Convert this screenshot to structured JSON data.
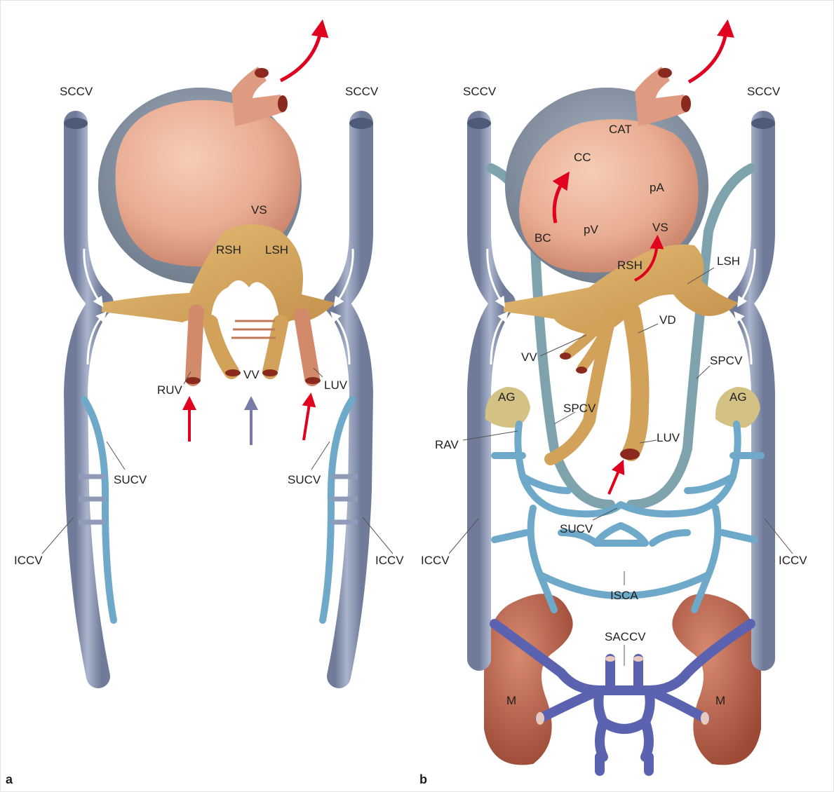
{
  "panels": {
    "a": {
      "letter": "a",
      "labels": {
        "sccv_left": "SCCV",
        "sccv_right": "SCCV",
        "vs": "VS",
        "rsh": "RSH",
        "lsh": "LSH",
        "ruv": "RUV",
        "vv": "VV",
        "luv": "LUV",
        "sucv_left": "SUCV",
        "sucv_right": "SUCV",
        "iccv_left": "ICCV",
        "iccv_right": "ICCV"
      }
    },
    "b": {
      "letter": "b",
      "labels": {
        "sccv_left": "SCCV",
        "sccv_right": "SCCV",
        "cat": "CAT",
        "cc": "CC",
        "pa": "pA",
        "bc": "BC",
        "pv": "pV",
        "vs": "VS",
        "rsh": "RSH",
        "lsh": "LSH",
        "vd": "VD",
        "vv": "VV",
        "spcv_right": "SPCV",
        "spcv_left": "SPCV",
        "ag_left": "AG",
        "ag_right": "AG",
        "rav": "RAV",
        "luv": "LUV",
        "sucv": "SUCV",
        "iccv_left": "ICCV",
        "iccv_right": "ICCV",
        "isca": "ISCA",
        "saccv": "SACCV",
        "m_left": "M",
        "m_right": "M"
      }
    }
  },
  "colors": {
    "vein_blue_gray": "#8f9bb8",
    "vein_light_blue": "#6fa9c9",
    "vein_teal": "#7fa3ad",
    "vein_purple": "#5b62b0",
    "heart_pink": "#e9ad93",
    "pericardium": "#8d9aa8",
    "yolk_tan": "#d4a65c",
    "artery_red": "#e0011f",
    "kidney_brown": "#b8604a",
    "adrenal_tan": "#d4c184",
    "arrow_purple": "#7a7aa8",
    "flow_white": "#ffffff"
  }
}
